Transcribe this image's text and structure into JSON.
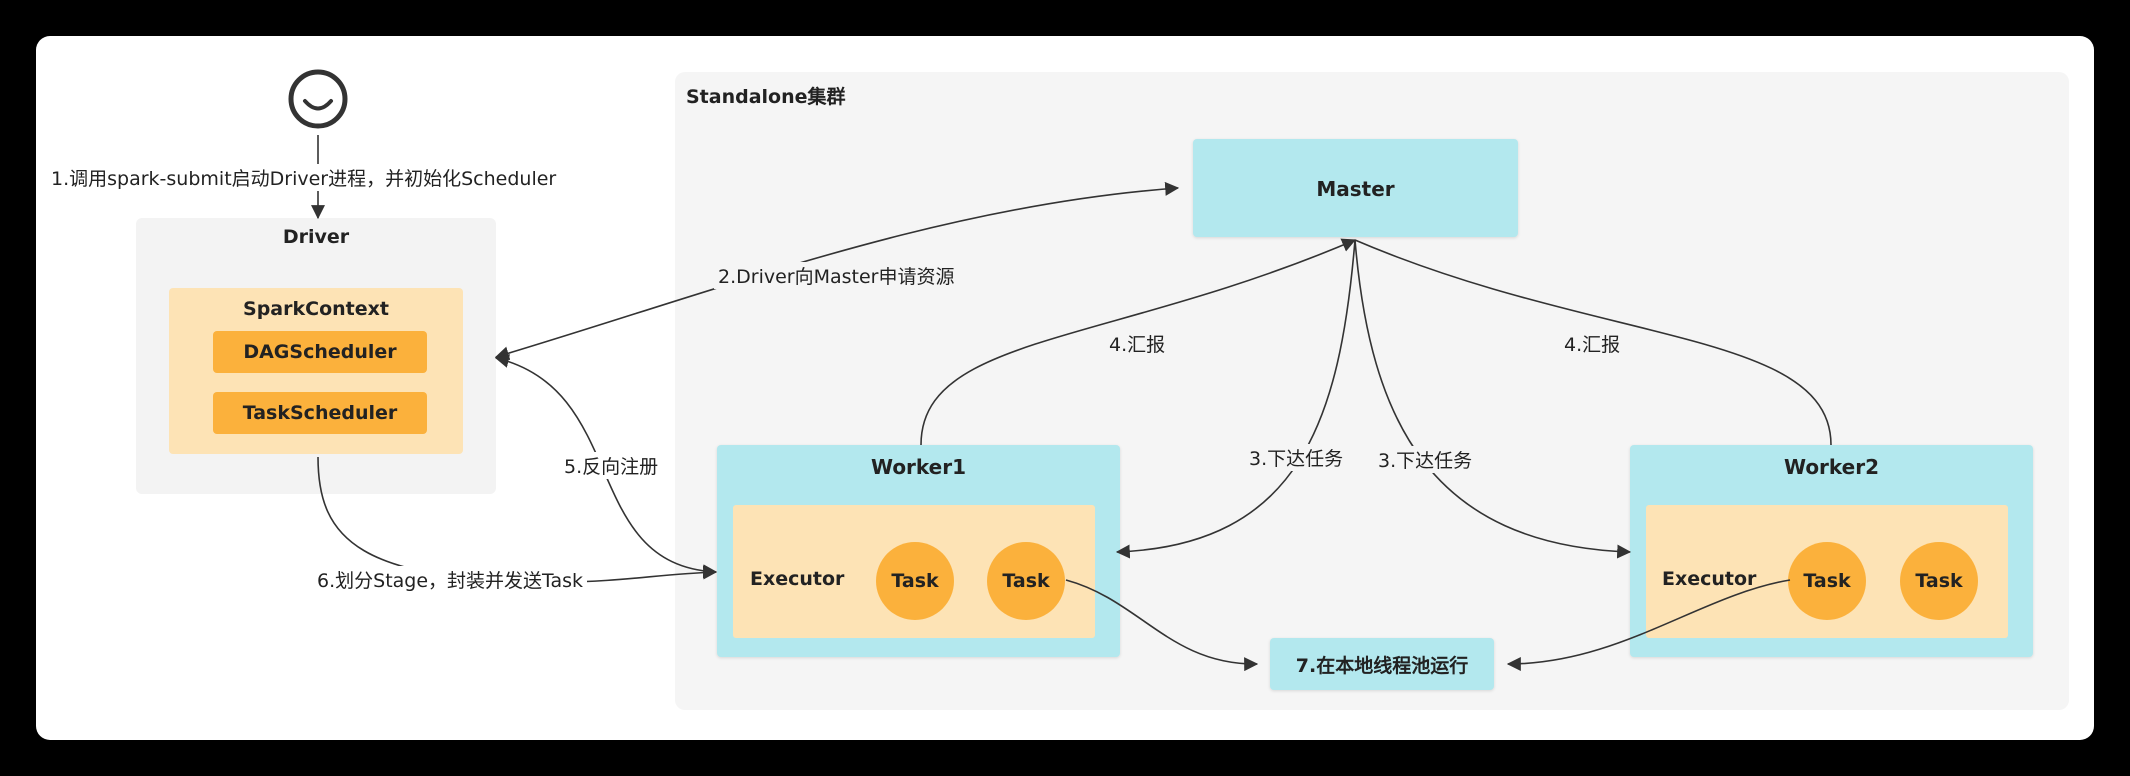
{
  "cluster": {
    "title": "Standalone集群"
  },
  "driver": {
    "title": "Driver",
    "spark_context": {
      "title": "SparkContext",
      "dag_scheduler": "DAGScheduler",
      "task_scheduler": "TaskScheduler"
    }
  },
  "master": {
    "label": "Master"
  },
  "worker1": {
    "label": "Worker1",
    "executor_label": "Executor",
    "tasks": [
      "Task",
      "Task"
    ]
  },
  "worker2": {
    "label": "Worker2",
    "executor_label": "Executor",
    "tasks": [
      "Task",
      "Task"
    ]
  },
  "thread_pool": {
    "label": "7.在本地线程池运行"
  },
  "edges": {
    "submit": "1.调用spark-submit启动Driver进程，并初始化Scheduler",
    "request": "2.Driver向Master申请资源",
    "assign_left": "3.下达任务",
    "assign_right": "3.下达任务",
    "report_left": "4.汇报",
    "report_right": "4.汇报",
    "register": "5.反向注册",
    "dispatch": "6.划分Stage，封装并发送Task"
  },
  "colors": {
    "background": "#000000",
    "card": "#ffffff",
    "cluster": "#f5f5f5",
    "node_cyan": "#b3e8ee",
    "panel_peach": "#fde3b5",
    "task_orange": "#fbb13c",
    "edge": "#333333"
  }
}
